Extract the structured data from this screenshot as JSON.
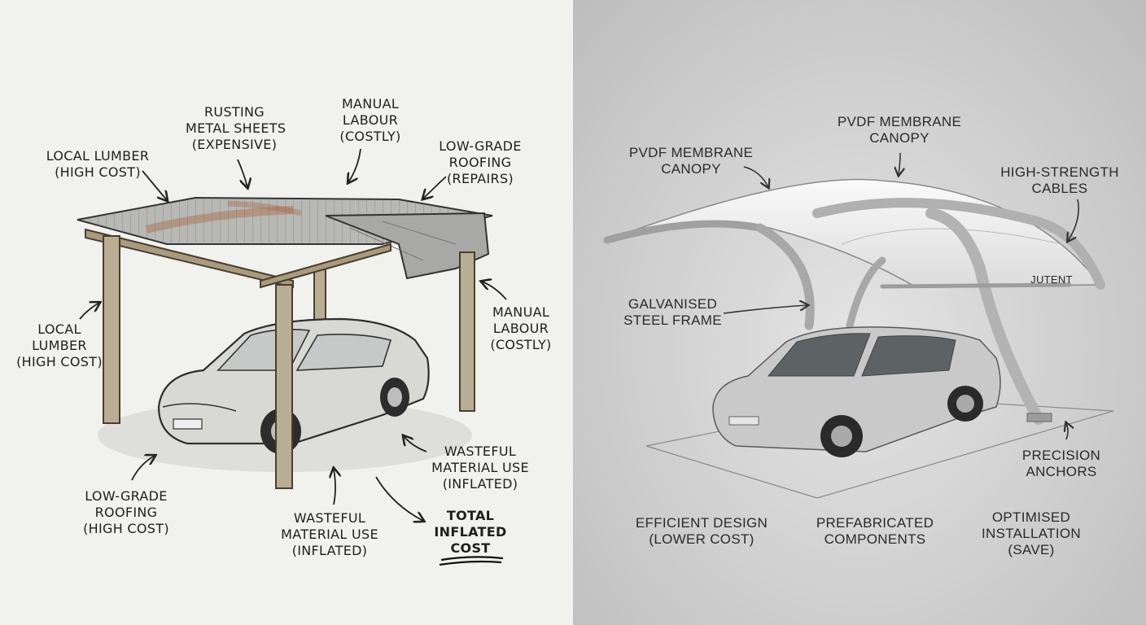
{
  "left": {
    "labels": {
      "rusting": [
        "RUSTING",
        "METAL SHEETS",
        "(EXPENSIVE)"
      ],
      "manual_top": [
        "MANUAL",
        "LABOUR",
        "(COSTLY)"
      ],
      "lowgrade_top": [
        "LOW-GRADE",
        "ROOFING",
        "(REPAIRS)"
      ],
      "lumber_top": [
        "LOCAL LUMBER",
        "(HIGH COST)"
      ],
      "lumber_left": [
        "LOCAL",
        "LUMBER",
        "(HIGH COST)"
      ],
      "manual_right": [
        "MANUAL",
        "LABOUR",
        "(COSTLY)"
      ],
      "wasteful_right": [
        "WASTEFUL",
        "MATERIAL USE",
        "(INFLATED)"
      ],
      "lowgrade_bottom": [
        "LOW-GRADE",
        "ROOFING",
        "(HIGH COST)"
      ],
      "wasteful_bottom": [
        "WASTEFUL",
        "MATERIAL USE",
        "(INFLATED)"
      ],
      "total": [
        "TOTAL",
        "INFLATED",
        "COST"
      ]
    }
  },
  "right": {
    "brand": "JUTENT",
    "labels": {
      "pvdf_left": [
        "PVDF MEMBRANE",
        "CANOPY"
      ],
      "pvdf_top": [
        "PVDF MEMBRANE",
        "CANOPY"
      ],
      "cables": [
        "HIGH-STRENGTH",
        "CABLES"
      ],
      "frame": [
        "GALVANISED",
        "STEEL FRAME"
      ],
      "anchors": [
        "PRECISION",
        "ANCHORS"
      ],
      "efficient": [
        "EFFICIENT DESIGN",
        "(LOWER COST)"
      ],
      "prefab": [
        "PREFABRICATED",
        "COMPONENTS"
      ],
      "optimised": [
        "OPTIMISED",
        "INSTALLATION",
        "(SAVE)"
      ]
    }
  }
}
